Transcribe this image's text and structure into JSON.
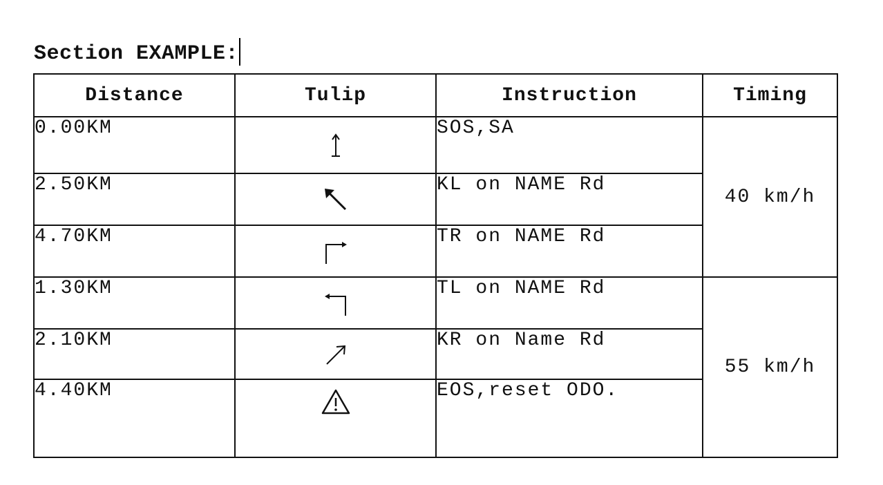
{
  "section": {
    "title": "Section EXAMPLE:"
  },
  "table": {
    "headers": {
      "distance": "Distance",
      "tulip": "Tulip",
      "instruction": "Instruction",
      "timing": "Timing"
    },
    "rows": [
      {
        "distance": "0.00KM",
        "tulip_icon": "straight-up-arrow-icon",
        "instruction": "SOS,SA"
      },
      {
        "distance": "2.50KM",
        "tulip_icon": "keep-left-arrow-icon",
        "instruction": "KL on NAME Rd"
      },
      {
        "distance": "4.70KM",
        "tulip_icon": "turn-right-arrow-icon",
        "instruction": "TR on NAME Rd"
      },
      {
        "distance": "1.30KM",
        "tulip_icon": "turn-left-arrow-icon",
        "instruction": "TL on NAME Rd"
      },
      {
        "distance": "2.10KM",
        "tulip_icon": "keep-right-arrow-icon",
        "instruction": "KR on Name Rd"
      },
      {
        "distance": "4.40KM",
        "tulip_icon": "warning-triangle-icon",
        "instruction": "EOS,reset ODO."
      }
    ],
    "timings": [
      {
        "value": "40 km/h"
      },
      {
        "value": "55 km/h"
      }
    ]
  }
}
